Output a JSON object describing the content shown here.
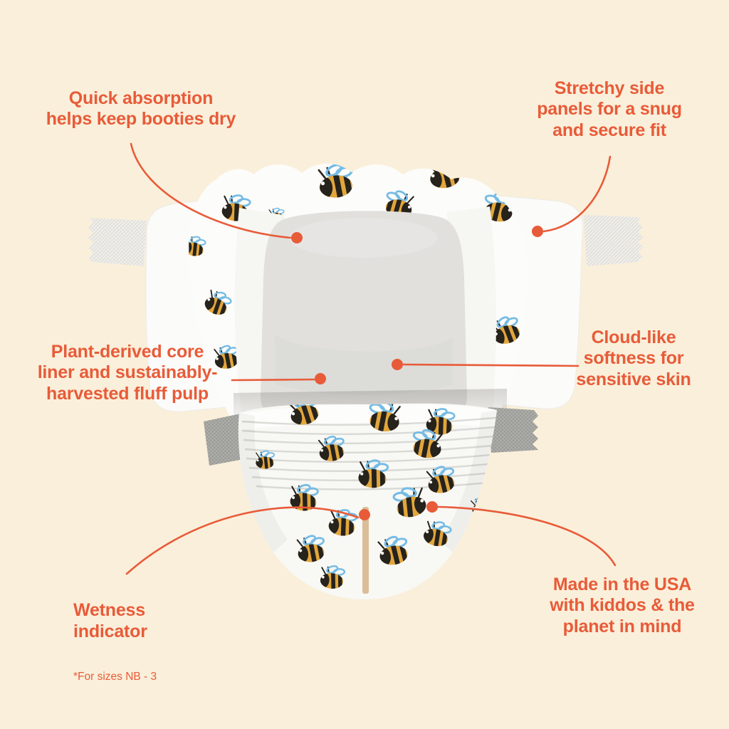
{
  "colors": {
    "background": "#FAEFDA",
    "accent": "#E85B39",
    "bee_yellow": "#E2A63B",
    "bee_black": "#26221C",
    "bee_wing_blue": "#74BBE5",
    "diaper_white": "#FBFBF9",
    "pad_gray": "#E1E0DD",
    "tab_gray": "#A5A5A1",
    "wetness_tan": "#D9BE98"
  },
  "callouts": {
    "quick_absorption": {
      "text": "Quick absorption\nhelps keep booties dry"
    },
    "stretchy_panels": {
      "text": "Stretchy side\npanels for a snug\nand secure fit"
    },
    "plant_core": {
      "text": "Plant-derived core\nliner and sustainably-\nharvested fluff pulp"
    },
    "cloud_softness": {
      "text": "Cloud-like\nsoftness for\nsensitive skin"
    },
    "wetness_indicator": {
      "text": "Wetness\nindicator",
      "footnote": "*For sizes NB - 3"
    },
    "made_in_usa": {
      "text": "Made in the USA\nwith kiddos & the\nplanet in mind"
    }
  }
}
